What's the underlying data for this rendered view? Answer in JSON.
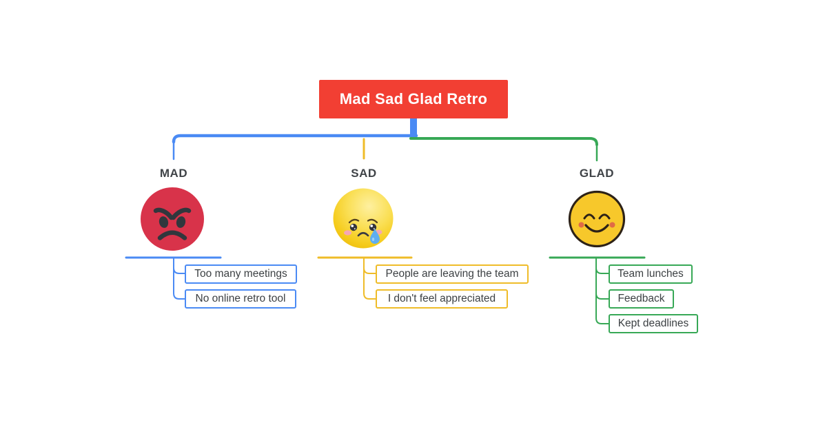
{
  "root": {
    "label": "Mad Sad Glad Retro",
    "bg_color": "#F23F33",
    "text_color": "#FFFFFF"
  },
  "branches": [
    {
      "label": "MAD",
      "color": "#4A8AF4",
      "emoji": "angry-red-face",
      "items": [
        "Too many meetings",
        "No online retro tool"
      ]
    },
    {
      "label": "SAD",
      "color": "#EFBC28",
      "emoji": "sad-crying-face",
      "items": [
        "People are leaving the team",
        "I don't feel appreciated"
      ]
    },
    {
      "label": "GLAD",
      "color": "#37A856",
      "emoji": "happy-smiling-face",
      "items": [
        "Team lunches",
        "Feedback",
        "Kept deadlines"
      ]
    }
  ]
}
